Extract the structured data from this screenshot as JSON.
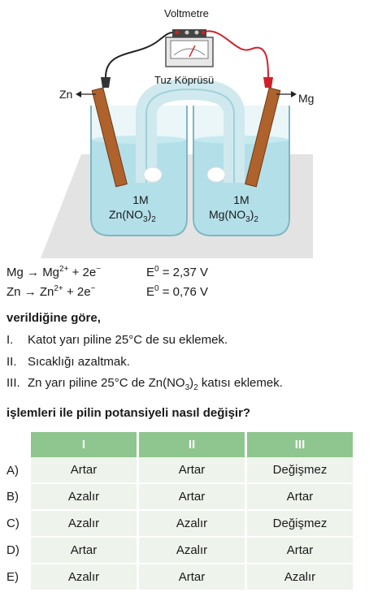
{
  "figure": {
    "voltmeter_label": "Voltmetre",
    "salt_bridge_label": "Tuz Köprüsü",
    "left_electrode": "Zn",
    "right_electrode": "Mg",
    "left_solution": {
      "conc": "1M",
      "formula": "Zn(NO",
      "sub": "3",
      "close": ")",
      "sub2": "2"
    },
    "right_solution": {
      "conc": "1M",
      "formula": "Mg(NO",
      "sub": "3",
      "close": ")",
      "sub2": "2"
    }
  },
  "reactions": [
    {
      "reactant": "Mg",
      "arrow": "→",
      "product": "Mg",
      "charge": "2+",
      "electrons": "+ 2e",
      "e_charge": "−",
      "e0_label": "E",
      "e0_sup": "0",
      "e0_value": "= 2,37 V"
    },
    {
      "reactant": "Zn",
      "arrow": "→",
      "product": "Zn",
      "charge": "2+",
      "electrons": "+ 2e",
      "e_charge": "−",
      "e0_label": "E",
      "e0_sup": "0",
      "e0_value": "= 0,76 V"
    }
  ],
  "given": "verildiğine göre,",
  "statements": [
    {
      "num": "I.",
      "text": "Katot yarı piline 25°C de su eklemek."
    },
    {
      "num": "II.",
      "text": "Sıcaklığı azaltmak."
    },
    {
      "num": "III.",
      "text_a": "Zn yarı piline 25°C de Zn(NO",
      "sub": "3",
      "text_b": ")",
      "sub2": "2",
      "text_c": " katısı eklemek."
    }
  ],
  "question": "işlemleri ile pilin potansiyeli nasıl değişir?",
  "table": {
    "headers": [
      "I",
      "II",
      "III"
    ],
    "rows": [
      {
        "opt": "A)",
        "cells": [
          "Artar",
          "Artar",
          "Değişmez"
        ]
      },
      {
        "opt": "B)",
        "cells": [
          "Azalır",
          "Artar",
          "Artar"
        ]
      },
      {
        "opt": "C)",
        "cells": [
          "Azalır",
          "Azalır",
          "Değişmez"
        ]
      },
      {
        "opt": "D)",
        "cells": [
          "Artar",
          "Azalır",
          "Artar"
        ]
      },
      {
        "opt": "E)",
        "cells": [
          "Azalır",
          "Artar",
          "Azalır"
        ]
      }
    ]
  },
  "colors": {
    "header_green": "#8fc58f",
    "cell_bg": "#eef3ec",
    "solution_blue": "#a9dbe6",
    "electrode_brown": "#b0622c",
    "wire_red": "#d0202a"
  }
}
